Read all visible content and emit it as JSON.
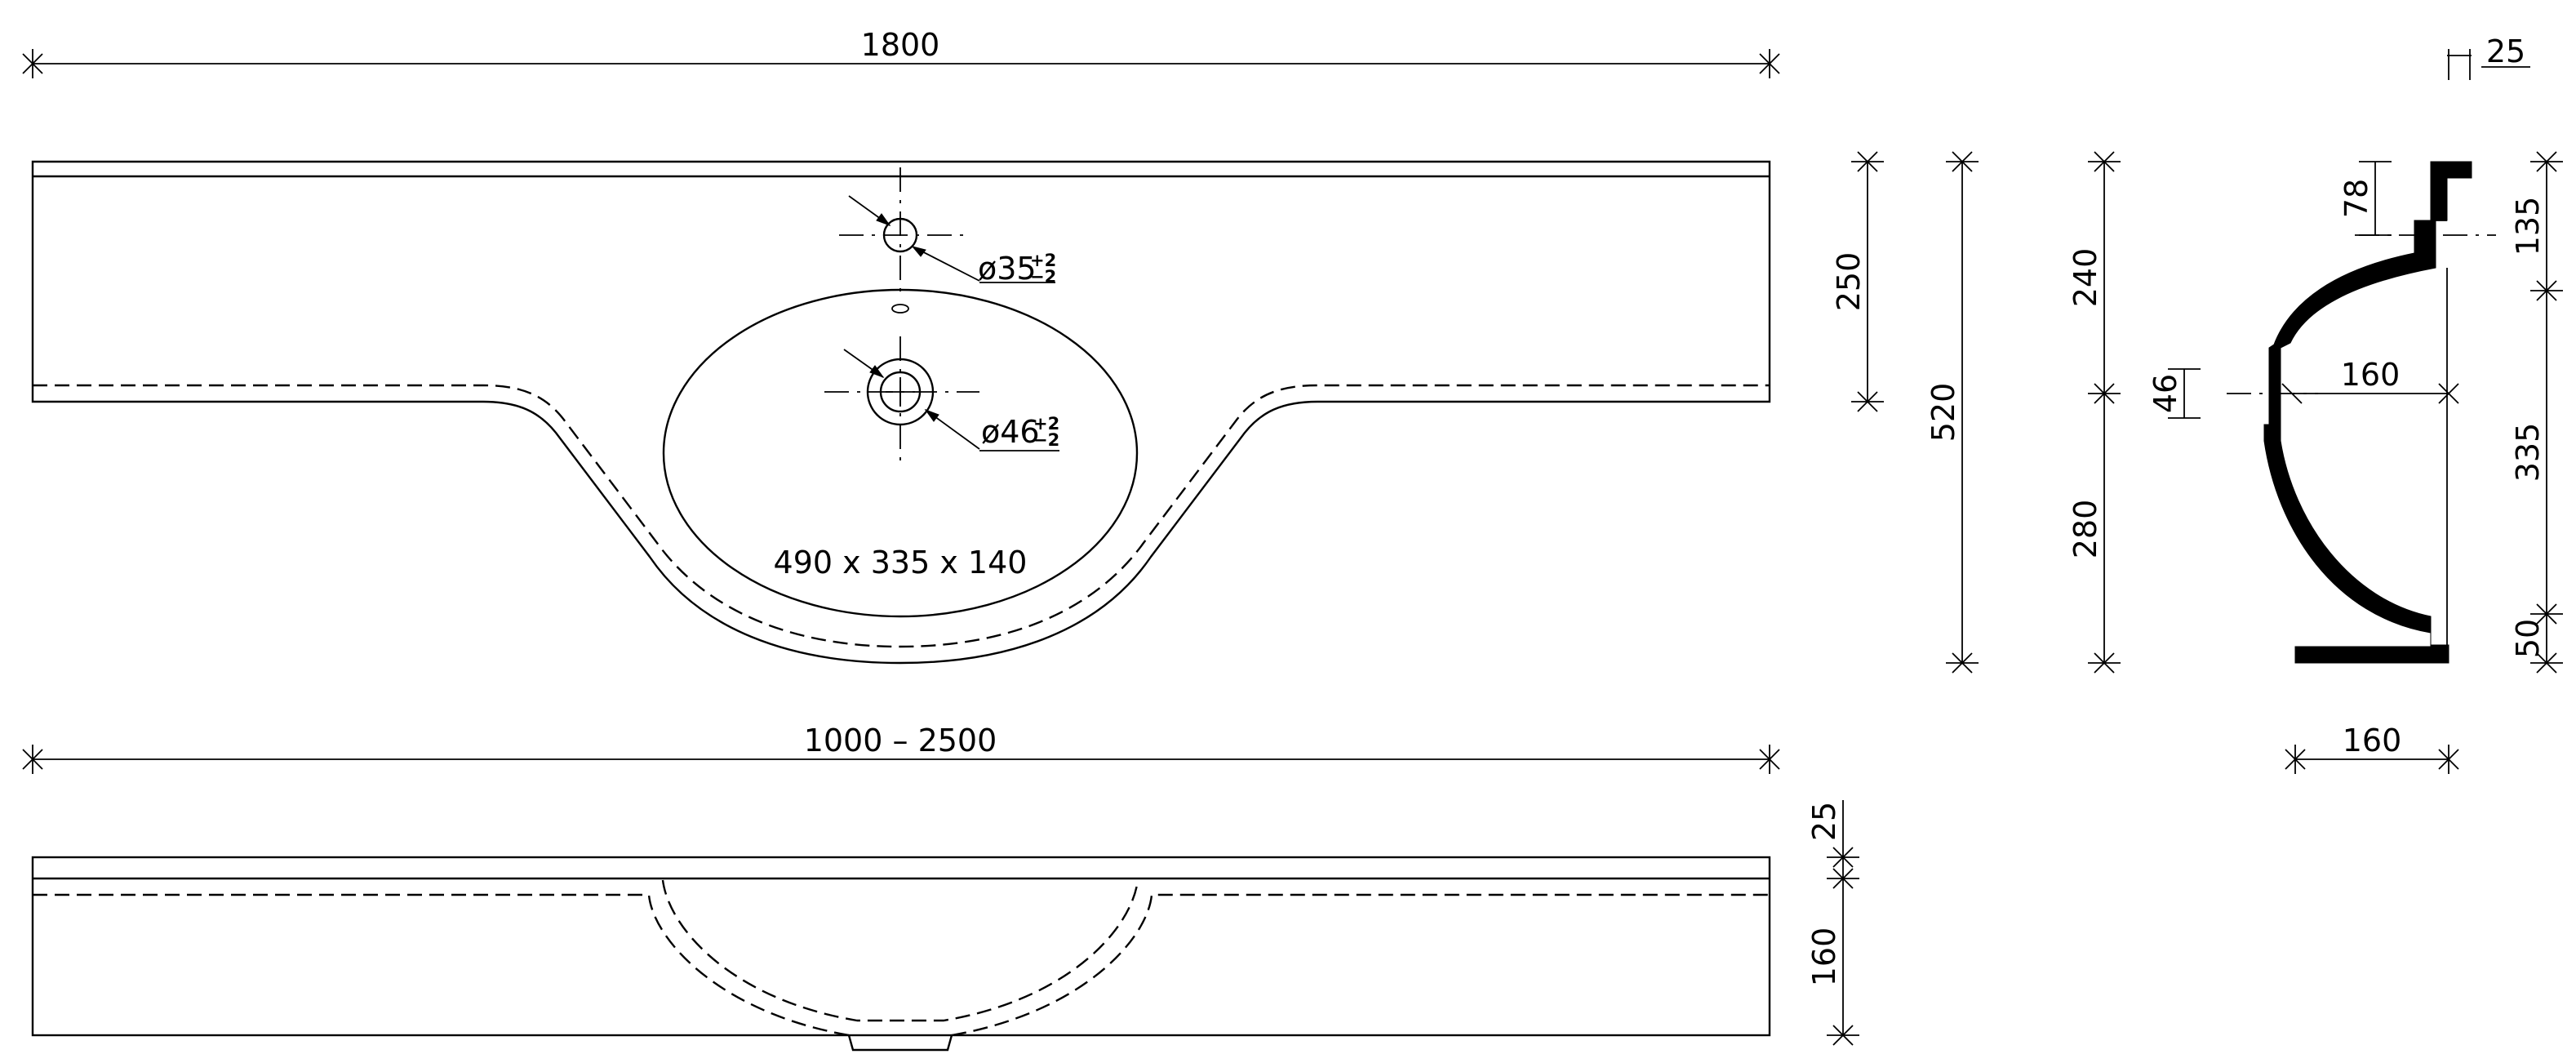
{
  "dimensions": {
    "top_width": "1800",
    "depth_250": "250",
    "depth_520": "520",
    "depth_240": "240",
    "depth_280": "280",
    "range_width": "1000 – 2500",
    "side_25_top": "25",
    "side_78": "78",
    "side_135": "135",
    "side_46": "46",
    "side_160_inner": "160",
    "side_335": "335",
    "side_50": "50",
    "side_160_bottom": "160",
    "front_25": "25",
    "front_160": "160"
  },
  "holes": {
    "tap_hole": {
      "label": "ø35",
      "tol_plus": "+2",
      "tol_minus": "−2"
    },
    "drain_hole": {
      "label": "ø46",
      "tol_plus": "+2",
      "tol_minus": "−2"
    }
  },
  "basin": {
    "size_label": "490 x 335 x 140"
  },
  "colors": {
    "line": "#000000",
    "background": "#ffffff"
  }
}
